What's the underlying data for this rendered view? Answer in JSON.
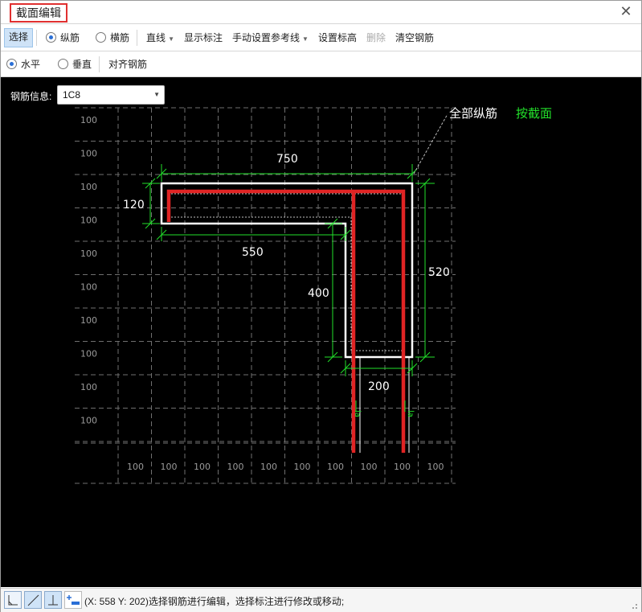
{
  "window": {
    "title": "截面编辑",
    "close_icon": "close-icon"
  },
  "toolbar1": {
    "select": "选择",
    "longitudinal": "纵筋",
    "transverse": "横筋",
    "line": "直线",
    "show_dims": "显示标注",
    "manual_ref": "手动设置参考线",
    "set_elev": "设置标高",
    "delete": "删除",
    "clear": "清空钢筋"
  },
  "toolbar2": {
    "horizontal": "水平",
    "vertical": "垂直",
    "align": "对齐钢筋"
  },
  "rebar_info": {
    "label": "钢筋信息:",
    "value": "1C8"
  },
  "drawing": {
    "grid_label": "100",
    "dim_750": "750",
    "dim_120": "120",
    "dim_550": "550",
    "dim_520": "520",
    "dim_400": "400",
    "dim_200": "200",
    "la": "la",
    "all_long": "全部纵筋",
    "by_section": "按截面",
    "colors": {
      "grid": "#777777",
      "section": "#ffffff",
      "rebar": "#e02424",
      "dims": "#22e02a",
      "text": "#ffffff",
      "by_section": "#22e02a"
    }
  },
  "status": {
    "text": "(X: 558 Y: 202)选择钢筋进行编辑，选择标注进行修改或移动;"
  }
}
